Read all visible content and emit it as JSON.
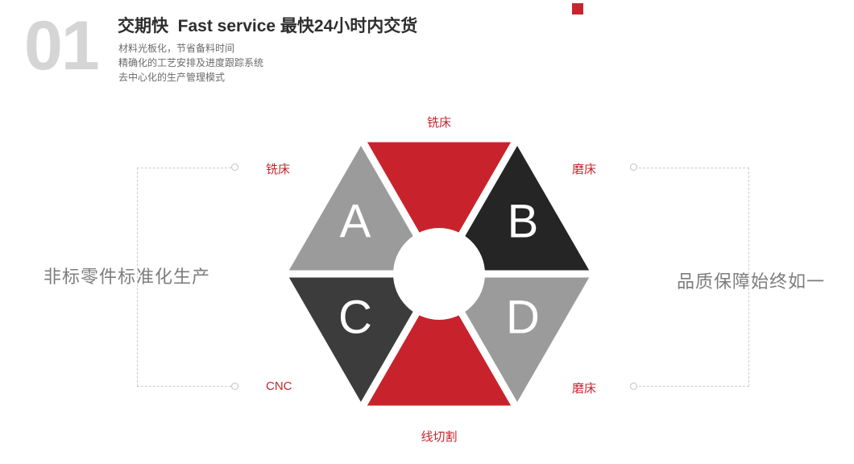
{
  "slide": {
    "background": "#ffffff",
    "accent_color": "#c5262d"
  },
  "header": {
    "index": "01",
    "title": "交期快  Fast service 最快24小时内交货",
    "descriptions": [
      "材料光板化，节省备料时间",
      "精确化的工艺安排及进度跟踪系统",
      "去中心化的生产管理模式"
    ]
  },
  "captions": {
    "left": "非标零件标准化生产",
    "right": "品质保障始终如一"
  },
  "diagram": {
    "triangles": {
      "top": {
        "color": "#c8232c",
        "label": "铣床"
      },
      "upper_left": {
        "letter": "A",
        "color": "#9b9b9b",
        "label": "铣床"
      },
      "upper_right": {
        "letter": "B",
        "color": "#252525",
        "label": "磨床"
      },
      "lower_left": {
        "letter": "C",
        "color": "#3c3c3c",
        "label": "CNC"
      },
      "lower_right": {
        "letter": "D",
        "color": "#9b9b9b",
        "label": "磨床"
      },
      "bottom": {
        "color": "#c8232c",
        "label": "线切割"
      }
    },
    "center_circle_color": "#ffffff"
  }
}
